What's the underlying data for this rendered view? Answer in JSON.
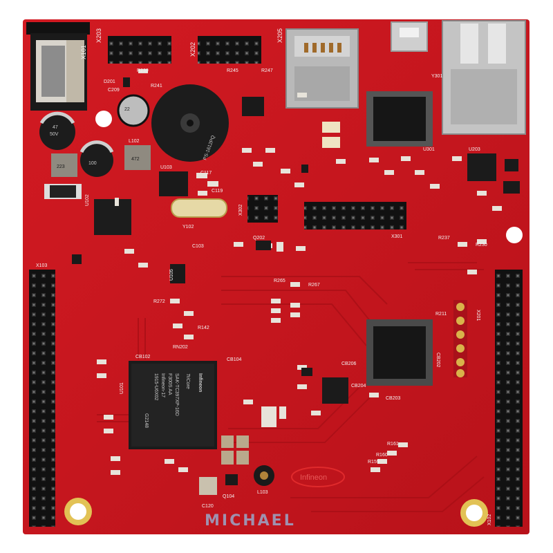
{
  "board": {
    "color_board": "#c7141b",
    "color_board_dark": "#a30f14",
    "color_header": "#151515",
    "color_gold": "#d9b24a"
  },
  "chips": {
    "mcu_brand": "Infineon",
    "mcu_family": "TriCore",
    "mcu_part": "SAK-TC397XP-16D",
    "mcu_line2": "F300S AA",
    "mcu_line3": "Infineon-17",
    "mcu_line4": "1915-U6X02",
    "mcu_code": "G2148",
    "mcu_ref": "U101",
    "buzzer_label": "PS-1612PQ",
    "logo_bottom": "Infineon"
  },
  "labels": {
    "x101": "X101",
    "x102": "X102",
    "x103": "X103",
    "x201": "X201",
    "x202": "X202",
    "x203": "X203",
    "x205": "X205",
    "x301": "X301",
    "x302": "X302",
    "u102": "U102",
    "u103": "U103",
    "u105": "U105",
    "u301": "U301",
    "u203": "U203",
    "y102": "Y102",
    "y301": "Y301",
    "q104": "Q104",
    "q202": "Q202",
    "l102": "L102",
    "l103": "L103",
    "rn202": "RN202",
    "cb102": "CB102",
    "cb104": "CB104",
    "cb202": "CB202",
    "cb203": "CB203",
    "cb204": "CB204",
    "cb206": "CB206",
    "c209": "C209",
    "c117": "C117",
    "c119": "C119",
    "c120": "C120",
    "c103": "C103",
    "r239": "R239",
    "r241": "R241",
    "r245": "R245",
    "r247": "R247",
    "r265": "R265",
    "r267": "R267",
    "r272": "R272",
    "r142": "R142",
    "r237": "R237",
    "r230": "R230",
    "r211": "R211",
    "r161": "R161",
    "r159": "R159",
    "r160": "R160",
    "d201": "D201",
    "cap_220": "22",
    "cap_50v": "50V",
    "cap_100": "100",
    "cap_47": "47",
    "cap_223": "223",
    "cap_472": "472"
  },
  "watermark": "MICHAEL"
}
